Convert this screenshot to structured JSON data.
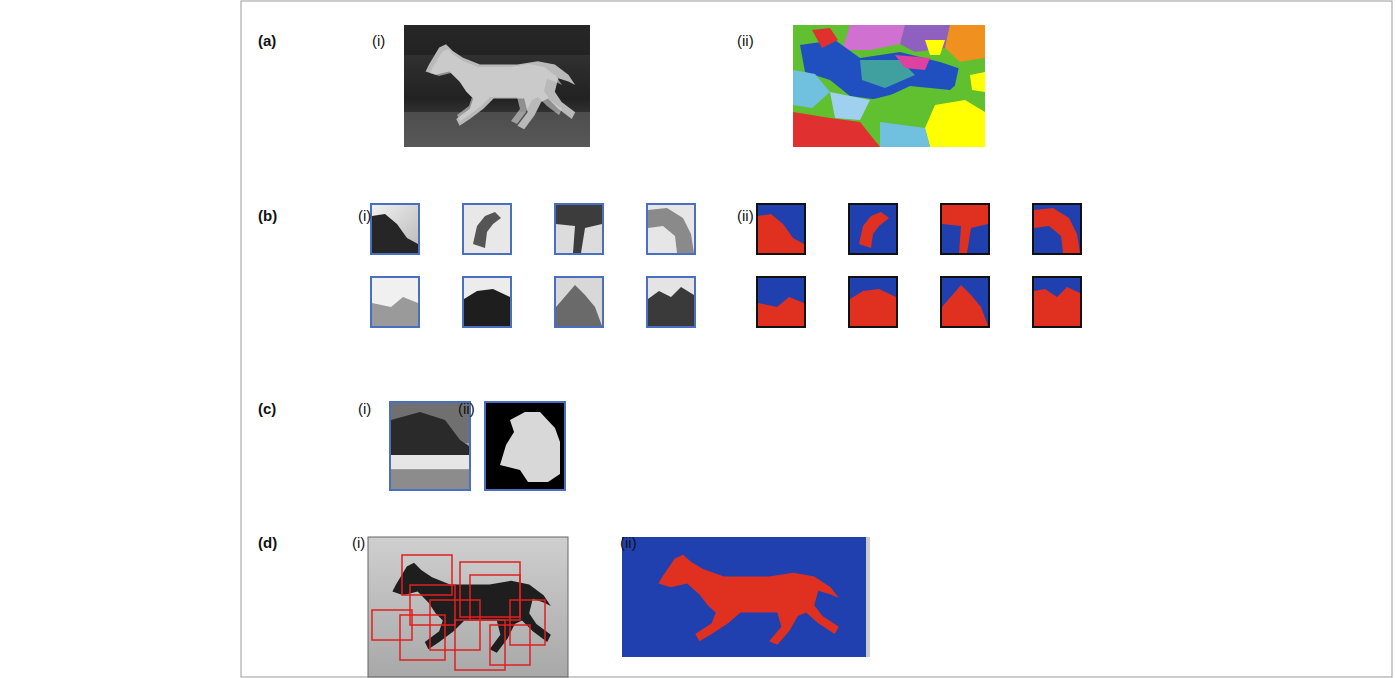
{
  "diagram": {
    "labels": [
      "(a)",
      "(i)",
      "(ii)",
      "(b)",
      "(i)",
      "(ii)",
      "(c)",
      "(i)",
      "(ii)",
      "(d)",
      "(i)",
      "(ii)"
    ]
  }
}
